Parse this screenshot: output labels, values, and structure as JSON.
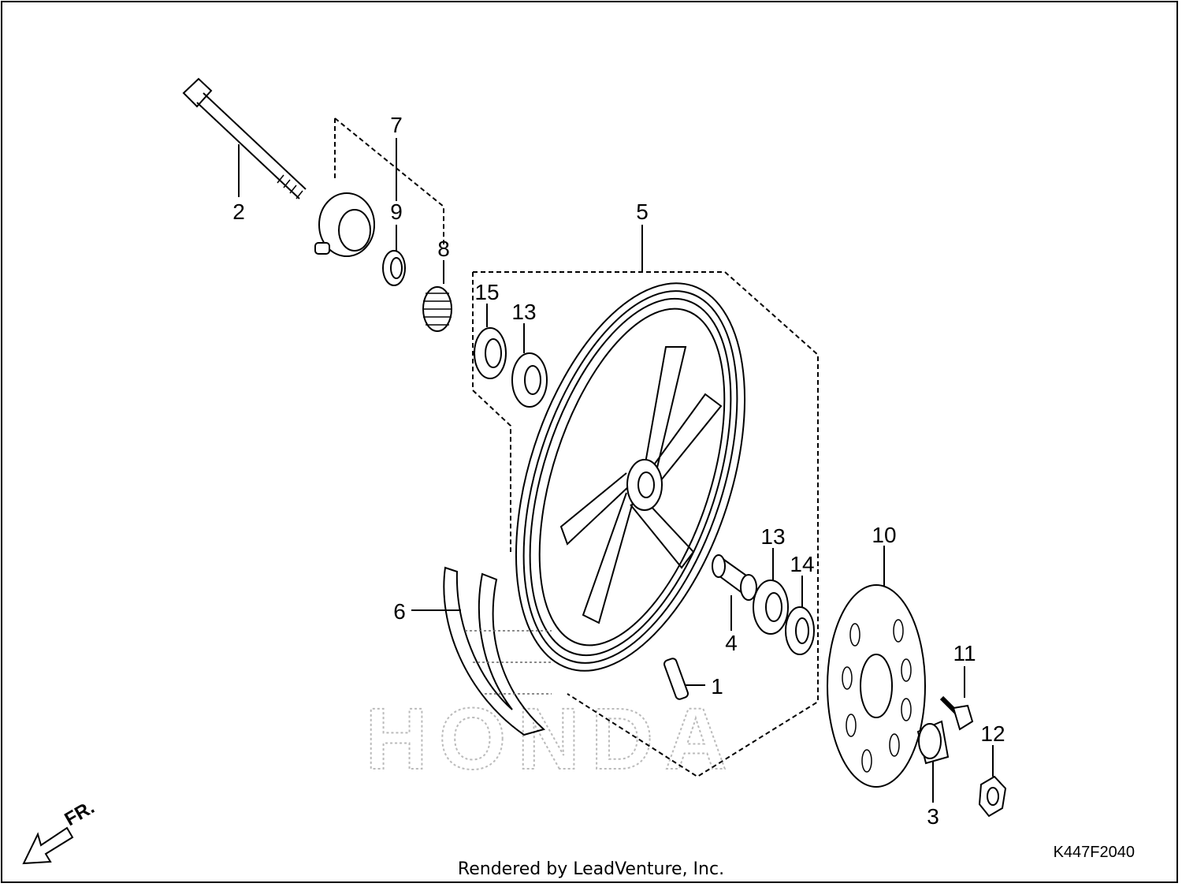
{
  "diagram": {
    "callouts": {
      "c1": "1",
      "c2": "2",
      "c3": "3",
      "c4": "4",
      "c5": "5",
      "c6": "6",
      "c7": "7",
      "c8": "8",
      "c9": "9",
      "c10": "10",
      "c11": "11",
      "c12": "12",
      "c13a": "13",
      "c13b": "13",
      "c14": "14",
      "c15": "15"
    },
    "direction_label": "FR.",
    "watermark": "HONDA",
    "diagram_code": "K447F2040"
  },
  "footer": {
    "credit": "Rendered by LeadVenture, Inc."
  }
}
